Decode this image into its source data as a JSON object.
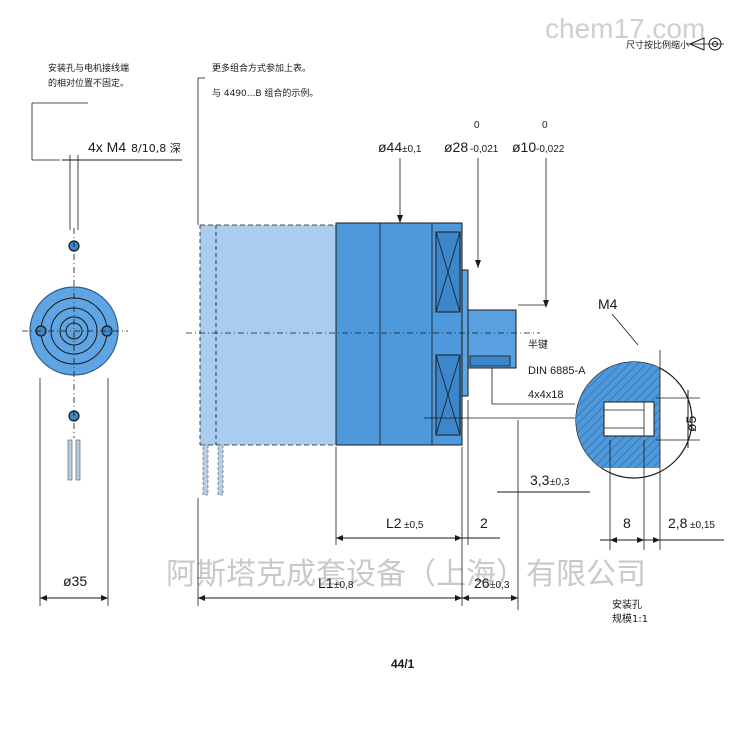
{
  "watermark": {
    "top": "chem17.com",
    "company": "阿斯塔克成套设备（上海）有限公司"
  },
  "scale_note": "尺寸按比例缩小",
  "notes": {
    "mount_hole_note_line1": "安装孔与电机接线端",
    "mount_hole_note_line2": "的相对位置不固定。",
    "combo_note_line1": "更多组合方式参加上表。",
    "combo_note_line2": "与 4490...B 组合的示例。"
  },
  "front_view": {
    "thread_label": "4x M4",
    "thread_depth": "8/10,8 深",
    "diameter": "ø35"
  },
  "side_view": {
    "d44": "ø44",
    "d44_tol": "±0,1",
    "d28": "ø28",
    "d28_tol_upper": "0",
    "d28_tol_lower": "-0,021",
    "d10": "ø10",
    "d10_tol_upper": "0",
    "d10_tol_lower": "-0,022",
    "key_label": "半键",
    "key_std": "DIN 6885-A",
    "key_size": "4x4x18",
    "dim_33": "3,3",
    "dim_33_tol": "±0,3",
    "L2": "L2",
    "L2_tol": "±0,5",
    "dim_2": "2",
    "L1": "L1",
    "L1_tol": "±0,8",
    "dim_26": "26",
    "dim_26_tol": "±0,3"
  },
  "detail_view": {
    "thread": "M4",
    "d5": "ø5",
    "dim_8": "8",
    "dim_28": "2,8",
    "dim_28_tol": "±0,15",
    "caption": "安装孔",
    "scale": "规模1:1"
  },
  "page_number": "44/1",
  "colors": {
    "motor_light": "#a9cdef",
    "motor_mid": "#5fa4e3",
    "gearbox": "#4e98dc",
    "gear_dark": "#3c86cc",
    "shaft": "#5aa0e0"
  }
}
